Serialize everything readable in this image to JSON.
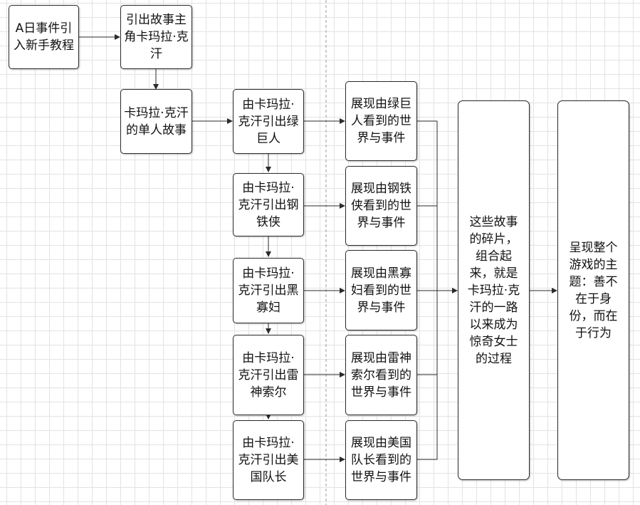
{
  "nodes": {
    "intro": "A日事件引入新手教程",
    "protagonist": "引出故事主角卡玛拉·克汗",
    "kamala_story": "卡玛拉·克汗的单人故事",
    "lead_hulk": "由卡玛拉·克汗引出绿巨人",
    "lead_ironman": "由卡玛拉·克汗引出钢铁侠",
    "lead_widow": "由卡玛拉·克汗引出黑寡妇",
    "lead_thor": "由卡玛拉·克汗引出雷神索尔",
    "lead_cap": "由卡玛拉·克汗引出美国队长",
    "world_hulk": "展现由绿巨人看到的世界与事件",
    "world_ironman": "展现由钢铁侠看到的世界与事件",
    "world_widow": "展现由黑寡妇看到的世界与事件",
    "world_thor": "展现由雷神索尔看到的世界与事件",
    "world_cap": "展现由美国队长看到的世界与事件",
    "fragments": "这些故事的碎片，组合起来，就是卡玛拉·克汗的一路以来成为惊奇女士的过程",
    "theme": "呈现整个游戏的主题：善不在于身份，而在于行为"
  },
  "colors": {
    "line": "#2b2b2b",
    "border": "#2b2b2b",
    "grid": "#e3e3e3",
    "divider": "#9a9a9a"
  }
}
